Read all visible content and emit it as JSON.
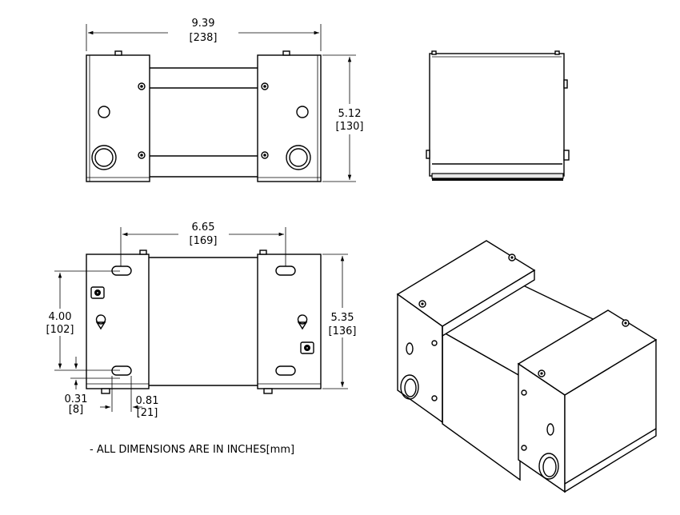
{
  "dimensions": {
    "top_width_in": "9.39",
    "top_width_mm": "[238]",
    "top_height_in": "5.12",
    "top_height_mm": "[130]",
    "bottom_width_in": "6.65",
    "bottom_width_mm": "[169]",
    "bottom_height_in": "5.35",
    "bottom_height_mm": "[136]",
    "slot_spacing_in": "4.00",
    "slot_spacing_mm": "[102]",
    "slot_offset_in": "0.31",
    "slot_offset_mm": "[8]",
    "slot_inset_in": "0.81",
    "slot_inset_mm": "[21]"
  },
  "note": "-  ALL DIMENSIONS ARE IN INCHES[mm]",
  "colors": {
    "line": "#000000",
    "paper": "#ffffff"
  }
}
